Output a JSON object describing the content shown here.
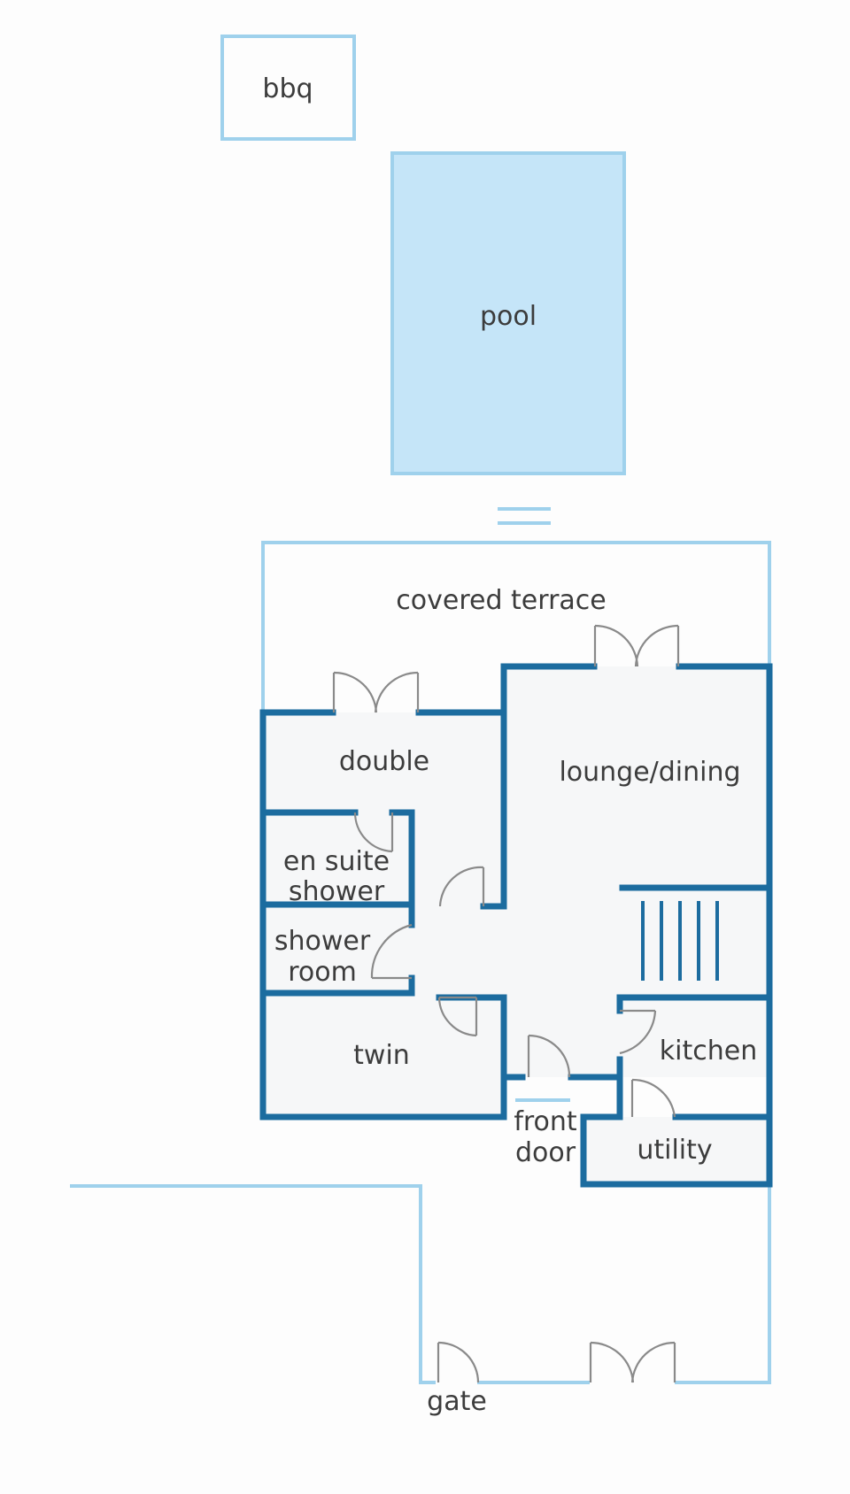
{
  "plan": {
    "areas": {
      "bbq": "bbq",
      "pool": "pool",
      "covered_terrace": "covered terrace",
      "double": "double",
      "lounge_dining": "lounge/dining",
      "en_suite_line1": "en suite",
      "en_suite_line2": "shower",
      "shower_room_line1": "shower",
      "shower_room_line2": "room",
      "twin": "twin",
      "kitchen": "kitchen",
      "front_door_line1": "front",
      "front_door_line2": "door",
      "utility": "utility",
      "gate": "gate"
    },
    "colors": {
      "outdoor_outline": "#9fd1ec",
      "pool_fill": "#c5e5f8",
      "interior_wall": "#1c6c9f",
      "interior_floor": "#f6f7f8",
      "door_arc": "#8a8a8a",
      "text": "#3c3c3c"
    }
  }
}
